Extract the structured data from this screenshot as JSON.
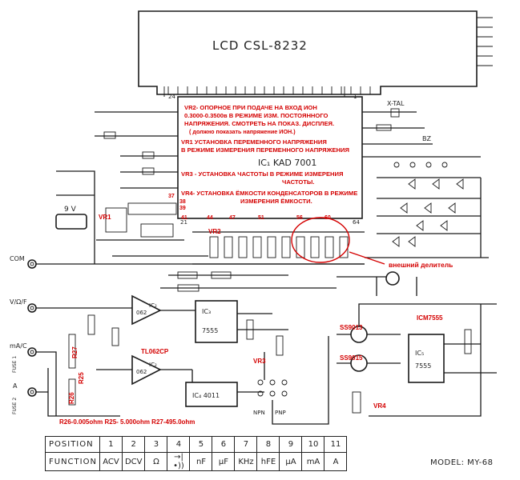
{
  "lcd": {
    "label": "LCD CSL-8232",
    "pin_left": "24",
    "pin_right": "1"
  },
  "ic1": {
    "label": "IC₁ KAD 7001",
    "pin_left": "21",
    "pin_right": "64"
  },
  "notes": {
    "vr2_l1": "VR2- ОПОРНОЕ ПРИ ПОДАЧЕ НА ВХОД  ИОН",
    "vr2_l2": "0.3000-0.3500в    В  РЕЖИМЕ ИЗМ. ПОСТОЯННОГО",
    "vr2_l3": "НАПРЯЖЕНИЯ. СМОТРЕТЬ НА ПОКАЗ. ДИСПЛЕЯ.",
    "vr2_l4": "( должно показать напряжение ИОН.)",
    "vr1_l1": "VR1 УСТАНОВКА ПЕРЕМЕННОГО НАПРЯЖЕНИЯ",
    "vr1_l2": "В РЕЖИМЕ ИЗМЕРЕНИЯ ПЕРЕМЕННОГО НАПРЯЖЕНИЯ",
    "vr3_l1": "VR3 -  УСТАНОВКА ЧАСТОТЫ В РЕЖИМЕ ИЗМЕРЕНИЯ",
    "vr3_l2": "ЧАСТОТЫ.",
    "vr4_l1": "VR4-  УСТАНОВКА ЁМКОСТИ КОНДЕНСАТОРОВ В РЕЖИМЕ",
    "vr4_l2": "ИЗМЕРЕНИЯ ЁМКОСТИ.",
    "external_divider": "внешний делитель",
    "resistor_values": "R26-0.005ohm  R25- 5.000ohm  R27-495.0ohm"
  },
  "red_labels": {
    "vr1": "VR1",
    "vr2": "VR2",
    "vr3": "VR3",
    "vr4": "VR4",
    "p37": "37",
    "p38": "38",
    "p39": "39",
    "p41": "41",
    "p44": "44",
    "p47": "47",
    "p51": "51",
    "p56": "56",
    "p60": "60",
    "tl062": "TL062CP",
    "ss9013": "SS9013",
    "ss9015": "SS9015",
    "icm7555": "ICM7555",
    "r25": "R25",
    "r26": "R26",
    "r27": "R27"
  },
  "chip_labels": {
    "ic2a": "IC₂",
    "ic2a_type": "062",
    "ic2b": "IC₂",
    "ic2b_type": "062",
    "ic3": "IC₃",
    "ic3_type": "7555",
    "ic4": "IC₄ 4011",
    "ic5": "IC₅",
    "ic5_type": "7555"
  },
  "terminals": {
    "com": "COM",
    "vohm_f": "V/Ω/F",
    "ma_c": "mA/C",
    "a": "A",
    "fuse1": "FUSE 1",
    "fuse2": "FUSE 2",
    "battery": "9 V",
    "xtal": "X-TAL",
    "bz": "BZ",
    "npn": "NPN",
    "pnp": "PNP"
  },
  "position_table": {
    "header_position": "POSITION",
    "header_function": "FUNCTION",
    "positions": [
      "1",
      "2",
      "3",
      "4",
      "5",
      "6",
      "7",
      "8",
      "9",
      "10",
      "11"
    ],
    "functions": [
      "ACV",
      "DCV",
      "Ω",
      "→|•))",
      "nF",
      "µF",
      "KHz",
      "hFE",
      "µA",
      "mA",
      "A"
    ]
  },
  "model": "MODEL:  MY-68"
}
